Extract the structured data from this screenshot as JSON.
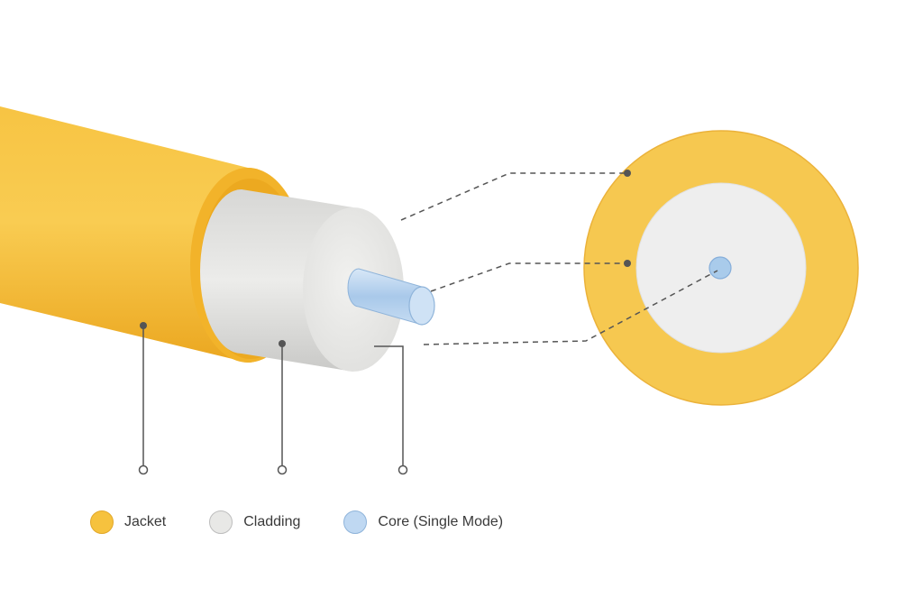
{
  "colors": {
    "jacket": "#F6C23E",
    "jacket_dark": "#E9A91F",
    "cladding": "#E6E6E4",
    "core": "#BFD8F2",
    "leader": "#555555"
  },
  "legend": {
    "items": [
      {
        "label": "Jacket",
        "color": "#F6C23E",
        "border": "#E2A82A"
      },
      {
        "label": "Cladding",
        "color": "#E8E8E6",
        "border": "#BDBDBD"
      },
      {
        "label": "Core (Single Mode)",
        "color": "#BFD8F2",
        "border": "#8FB4DA"
      }
    ]
  }
}
